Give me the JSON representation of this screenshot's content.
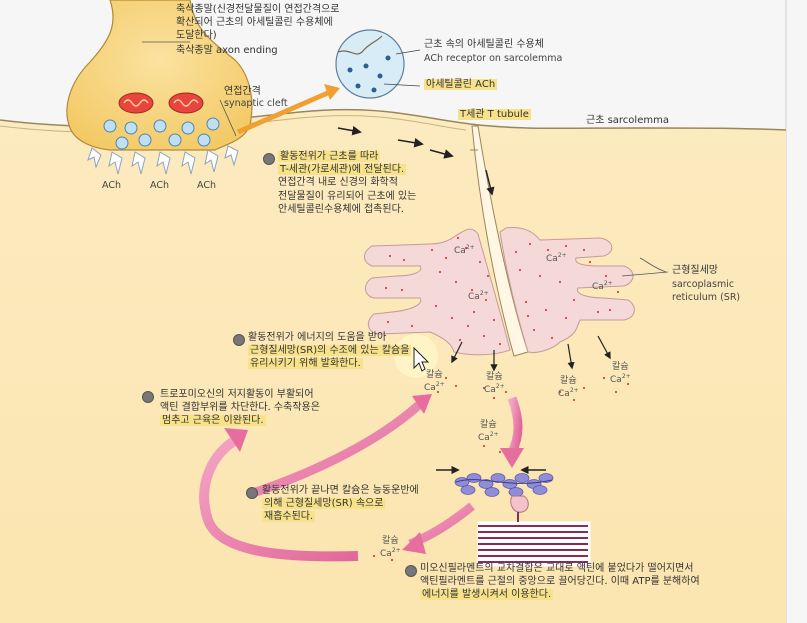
{
  "colors": {
    "cell": "#fbe8b6",
    "membrane": "#a88a52",
    "axon": "#f5d98a",
    "sr": "#f6d8d8",
    "arrow_pink": "#e66d9e",
    "arrow_orange": "#f0a030",
    "highlight": "#f7e28a",
    "calcium_dot": "#d9453c"
  },
  "top": {
    "axon_note_lines": [
      "축삭종말(신경전달물질이 연접간격으로",
      "확산되어 근초의 아세틸콜린 수용체에",
      "도달한다)"
    ],
    "axon_label": "축삭종말 axon ending",
    "cleft_ko": "연접간격",
    "cleft_en": "synaptic cleft",
    "ach_labels": [
      "ACh",
      "ACh",
      "ACh"
    ],
    "receptor_ko": "근초 속의 아세틸콜린 수용체",
    "receptor_en": "ACh receptor on sarcolemma",
    "ach_label": "아세틸콜린 ACh",
    "t_tubule": "T세관 T tubule",
    "sarcolemma": "근초 sarcolemma"
  },
  "steps": {
    "s1": [
      "활동전위가 근초를 따라",
      "T-세관(가로세관)에 전달된다.",
      "연접간격 내로 신경의 화학적",
      "전달물질이 유리되어 근초에 있는",
      "안세틸콜린수용체에 접촉된다."
    ],
    "s2": [
      "활동전위가 에너지의 도움을 받아",
      "근형질세망(SR)의 수조에 있는 칼슘을",
      "유리시키기 위해 발화한다."
    ],
    "s3": [
      "트로포미오신의 저지활동이 부활되어",
      "액틴 결합부위를 차단한다. 수축작용은",
      "멈추고 근육은 이완된다."
    ],
    "s4": [
      "활동전위가 끝나면 칼슘은 능동운반에",
      "의해 근형질세망(SR) 속으로",
      "재흡수된다."
    ],
    "s5": [
      "미오신필라멘트의 교차결합은 교대로 액틴에 붙었다가 떨어지면서",
      "액틴필라멘트를 근절의 중앙으로 끌어당긴다. 이때 ATP를 분해하여",
      "에너지를 발생시켜서 이용한다."
    ]
  },
  "sr": {
    "ko": "근형질세망",
    "en1": "sarcoplasmic",
    "en2": "reticulum (SR)"
  },
  "calcium": {
    "word": "칼슘",
    "symbol": "Ca",
    "charge": "2+"
  }
}
